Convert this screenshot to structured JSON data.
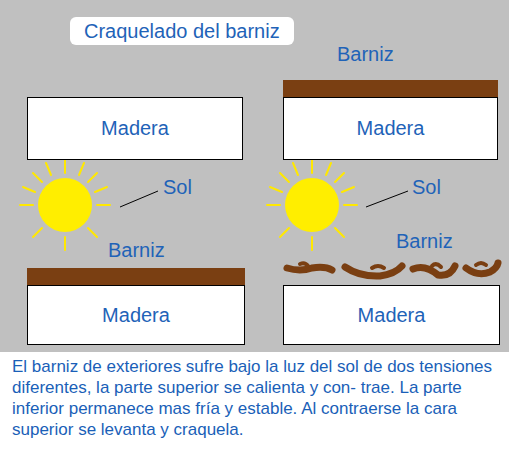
{
  "diagram": {
    "title": "Craquelado del barniz",
    "caption": "El barniz de exteriores sufre bajo la luz del sol de dos tensiones diferentes, la parte superior se calienta y con- trae. La parte inferior permanece mas fría y estable. Al contraerse la cara superior se levanta y craquela.",
    "nodes": [
      {
        "text": [
          "Madera"
        ]
      },
      {
        "text": [
          "Madera"
        ]
      },
      {
        "text": [
          "Madera"
        ]
      },
      {
        "text": [
          "Madera"
        ]
      }
    ],
    "labels": [
      "Barniz",
      "Sol",
      "Sol",
      "Barniz",
      "Barniz"
    ]
  }
}
